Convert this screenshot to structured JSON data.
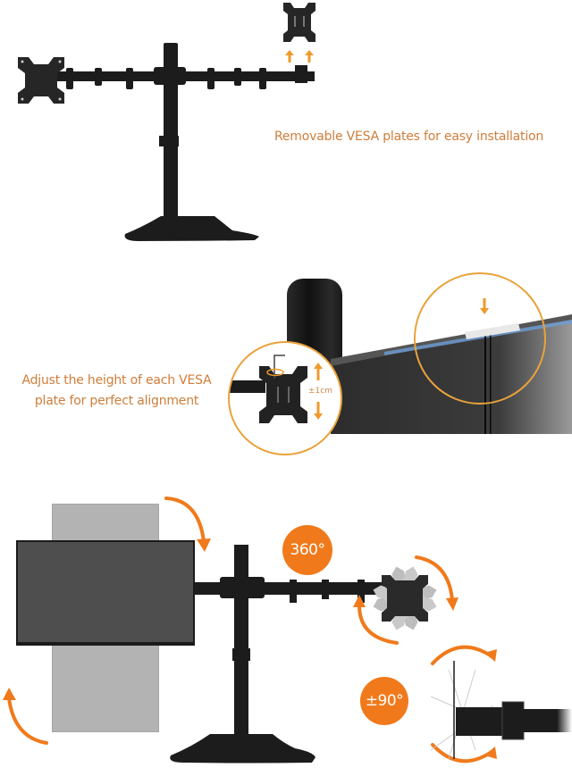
{
  "colors": {
    "caption_text": "#cf7d3a",
    "accent_orange": "#f07a1b",
    "highlight_ring": "#e9a23b",
    "stand_black": "#1c1c1c",
    "monitor_dark": "#4e4e4e",
    "ghost_gray": "#b3b3b3"
  },
  "panels": [
    {
      "id": "removable-vesa",
      "caption": "Removable VESA plates for easy installation",
      "icons": [
        "dual-monitor-stand",
        "vesa-plate",
        "up-arrow",
        "up-arrow"
      ]
    },
    {
      "id": "height-adjust",
      "caption_lines": [
        "Adjust the height of each VESA",
        "plate for perfect alignment"
      ],
      "detail_label": "±1cm",
      "icons": [
        "vesa-plate-closeup",
        "hex-key",
        "rotate-arrow",
        "up-arrow",
        "down-arrow",
        "monitor-bezel-closeup",
        "down-arrow"
      ]
    },
    {
      "id": "rotation",
      "badges": [
        "360°",
        "±90°"
      ],
      "icons": [
        "rotate-clockwise-arrow",
        "rotate-counterclockwise-arrow",
        "single-monitor",
        "portrait-ghost-monitor",
        "vesa-plate-rotating",
        "tilt-arc-arrow"
      ]
    }
  ]
}
